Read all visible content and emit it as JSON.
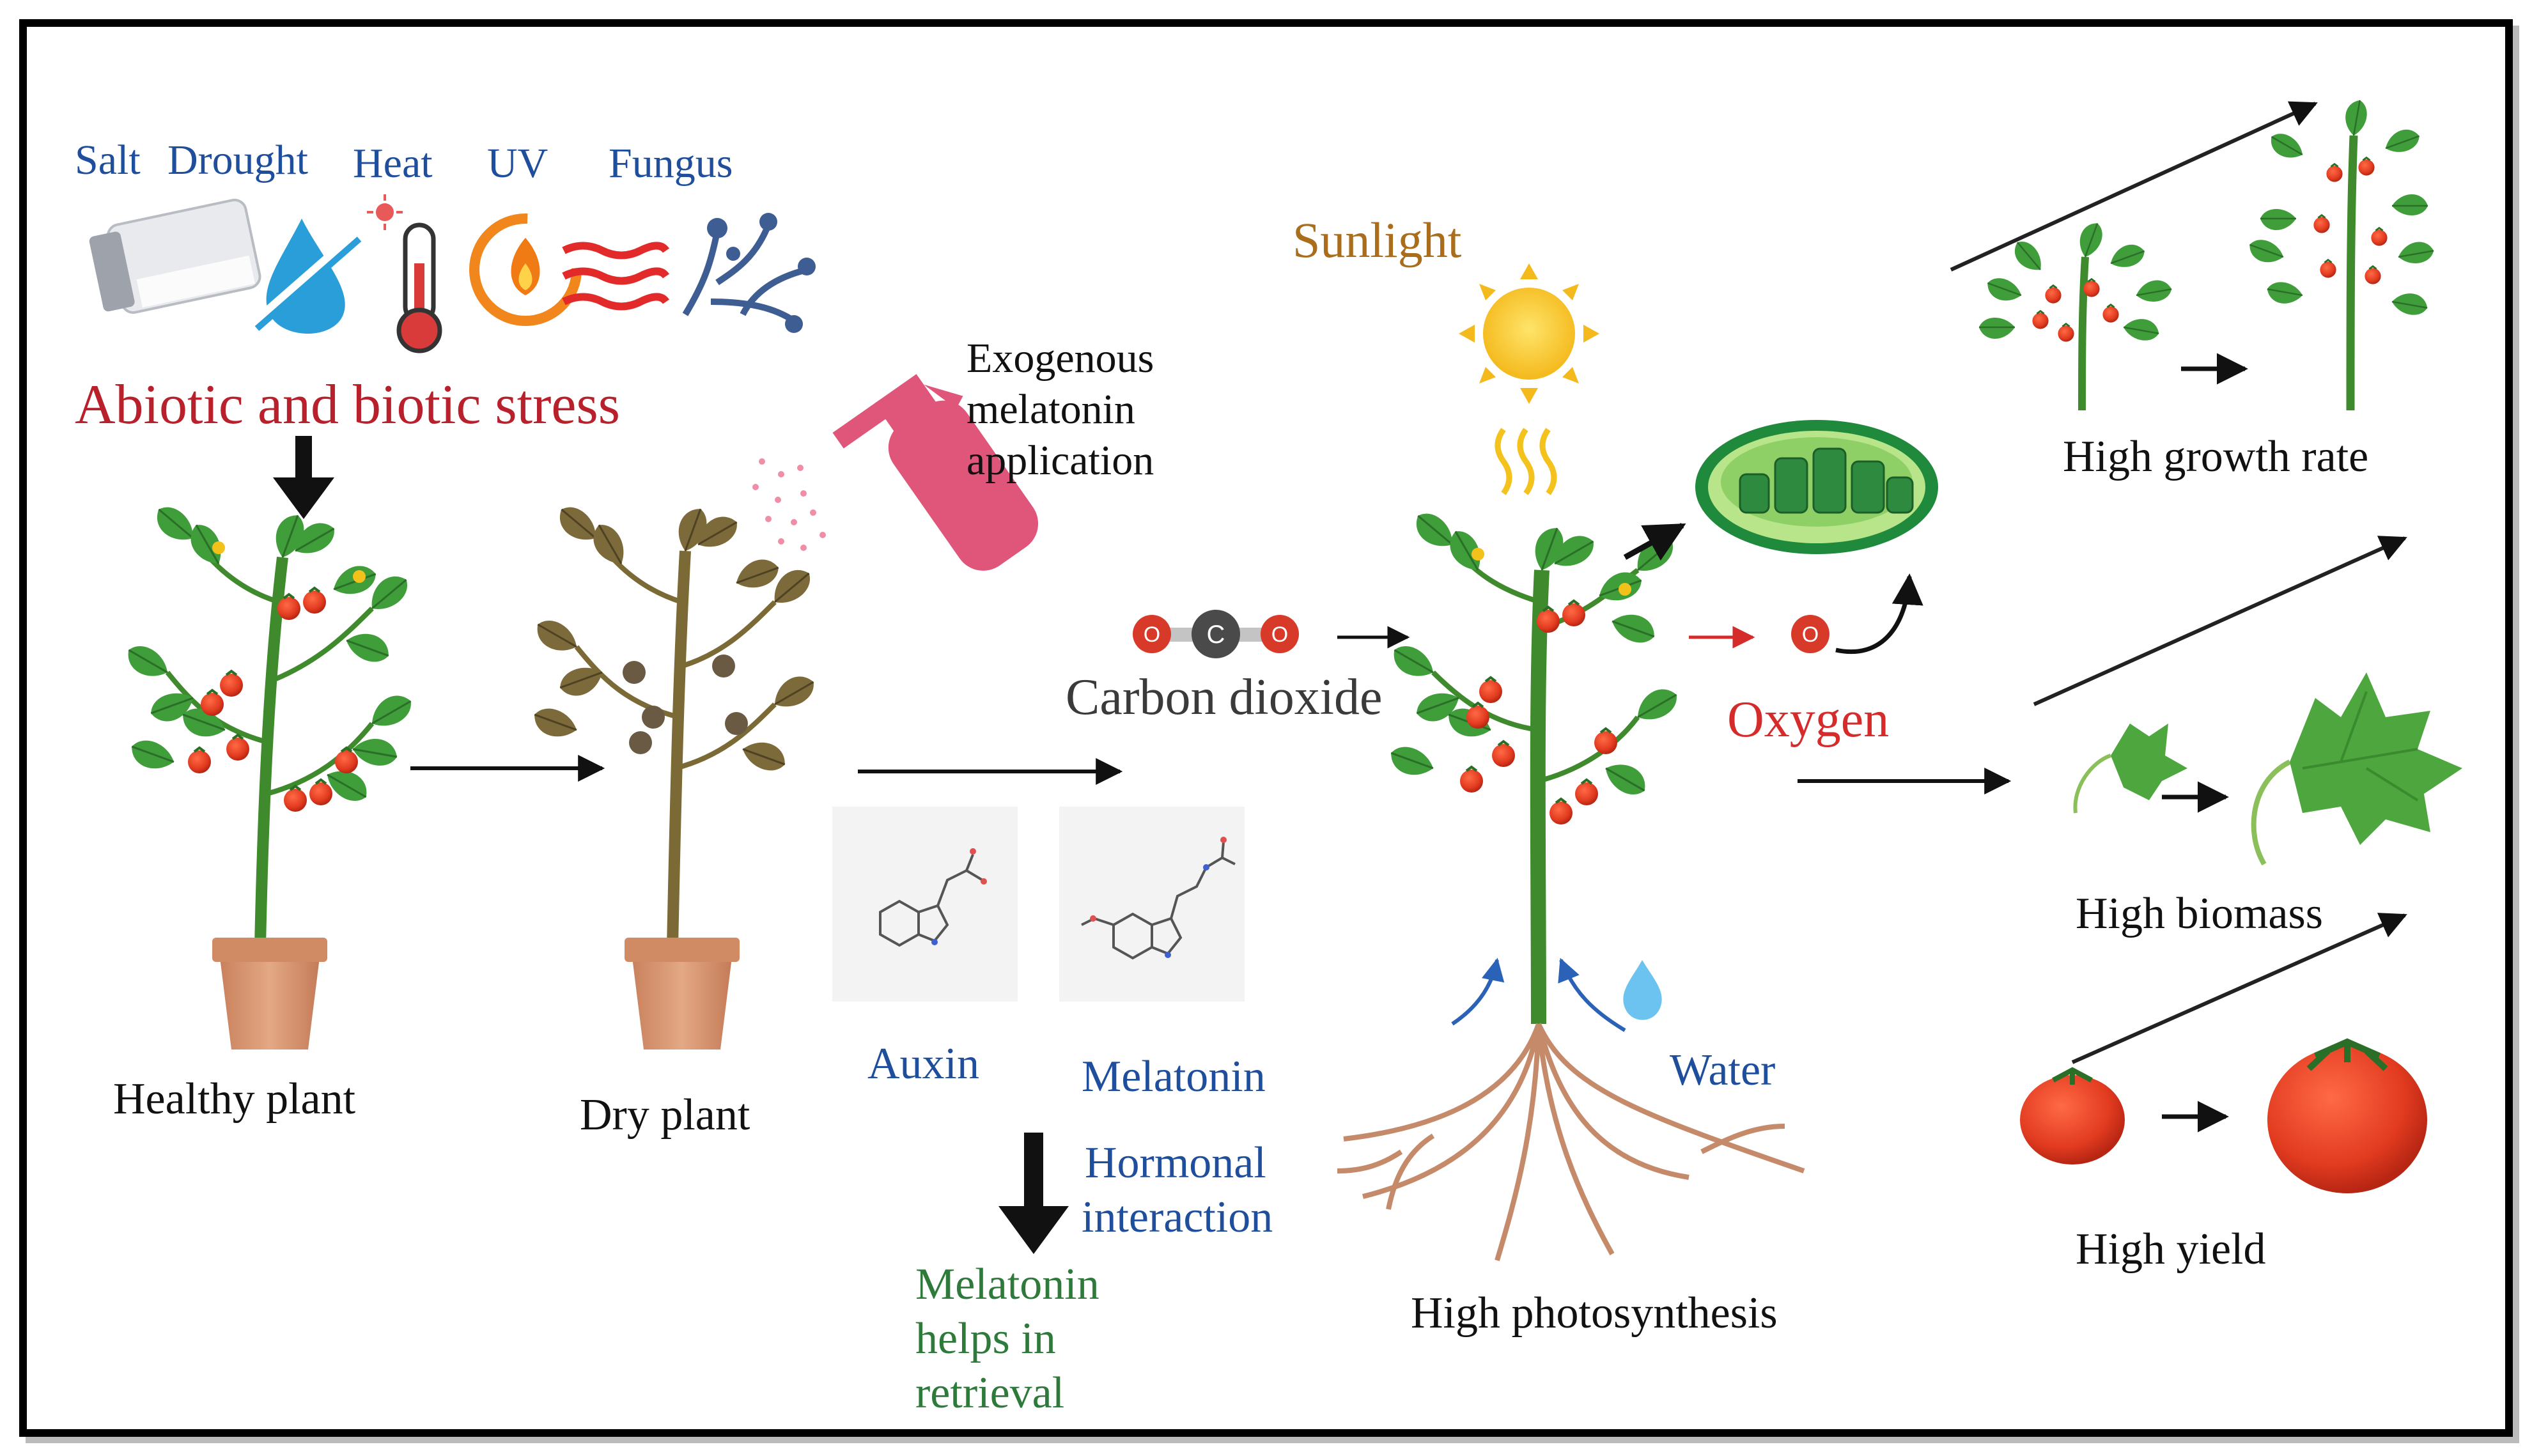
{
  "stressors": {
    "salt": "Salt",
    "drought": "Drought",
    "heat": "Heat",
    "uv": "UV",
    "fungus": "Fungus",
    "title": "Abiotic and biotic stress"
  },
  "plants": {
    "healthy": "Healthy plant",
    "dry": "Dry plant"
  },
  "application": {
    "line1": "Exogenous",
    "line2": "melatonin",
    "line3": "application"
  },
  "sunlight": "Sunlight",
  "co2": {
    "label": "Carbon dioxide",
    "atom_o": "O",
    "atom_c": "C"
  },
  "oxygen": {
    "label": "Oxygen",
    "atom_o": "O"
  },
  "hormones": {
    "auxin": "Auxin",
    "melatonin": "Melatonin",
    "interaction_line1": "Hormonal",
    "interaction_line2": "interaction"
  },
  "retrieval": {
    "line1": "Melatonin",
    "line2": "helps in",
    "line3": "retrieval"
  },
  "water": "Water",
  "photosynthesis": "High photosynthesis",
  "outcomes": {
    "growth": "High growth rate",
    "biomass": "High biomass",
    "yield": "High yield"
  },
  "colors": {
    "stress_blue": "#1f4e9c",
    "stress_red": "#b8202c",
    "sunlight_brown": "#a96d1b",
    "oxygen_red": "#d62b2b",
    "retrieval_green": "#2e7a3a",
    "leaf_green": "#3f9d3a",
    "tomato_red": "#d93a26",
    "pot": "#d89a74"
  }
}
